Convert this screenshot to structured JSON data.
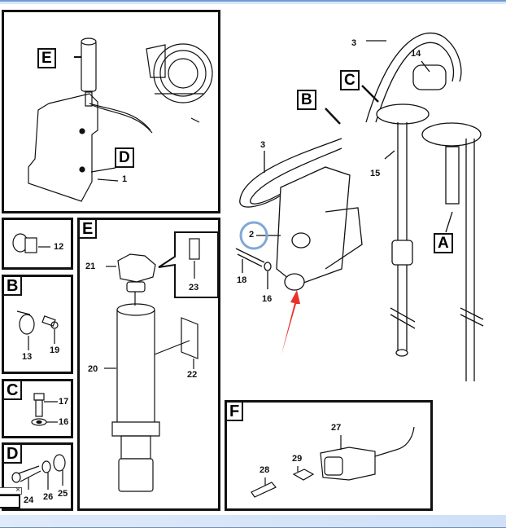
{
  "diagram": {
    "title": "Fuel tank and filler assembly parts diagram",
    "main_view": {
      "callouts": [
        "A",
        "B",
        "C"
      ],
      "part_numbers": [
        "2",
        "3",
        "3",
        "14",
        "15",
        "16",
        "18"
      ],
      "highlighted_part": "2",
      "highlight_color": "#7fa8d8",
      "arrow_color": "#e8312a"
    },
    "overview_panel": {
      "callouts": [
        "E",
        "D"
      ],
      "part_numbers": [
        "1"
      ]
    },
    "detail_panels": [
      {
        "tag": "",
        "part_numbers": [
          "12"
        ]
      },
      {
        "tag": "B",
        "part_numbers": [
          "13",
          "19"
        ]
      },
      {
        "tag": "C",
        "part_numbers": [
          "17",
          "16"
        ]
      },
      {
        "tag": "D",
        "part_numbers": [
          "24",
          "26",
          "25"
        ]
      },
      {
        "tag": "E",
        "part_numbers": [
          "21",
          "23",
          "20",
          "22"
        ]
      },
      {
        "tag": "F",
        "part_numbers": [
          "27",
          "28",
          "29"
        ]
      }
    ]
  },
  "popup": {
    "close_label": "×",
    "value": ""
  }
}
